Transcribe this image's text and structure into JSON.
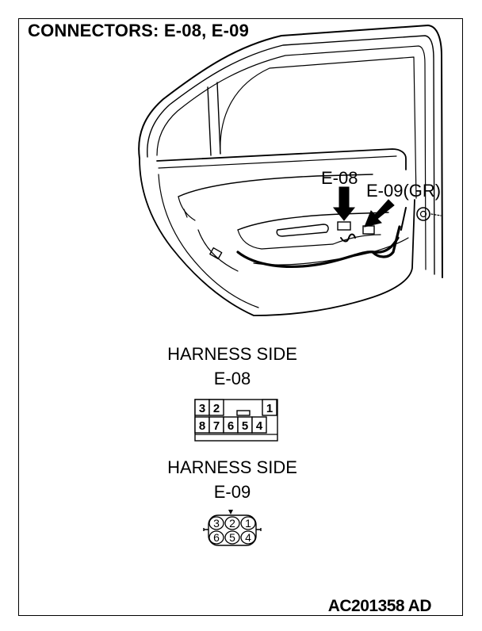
{
  "title": "CONNECTORS: E-08, E-09",
  "callouts": {
    "e08": "E-08",
    "e09": "E-09(GR)"
  },
  "connectors": [
    {
      "heading": "HARNESS SIDE",
      "id": "E-08",
      "top_row": [
        "3",
        "2",
        "1"
      ],
      "bottom_row": [
        "8",
        "7",
        "6",
        "5",
        "4"
      ]
    },
    {
      "heading": "HARNESS SIDE",
      "id": "E-09",
      "top_row": [
        "3",
        "2",
        "1"
      ],
      "bottom_row": [
        "6",
        "5",
        "4"
      ]
    }
  ],
  "figure_code": "AC201358 AD"
}
